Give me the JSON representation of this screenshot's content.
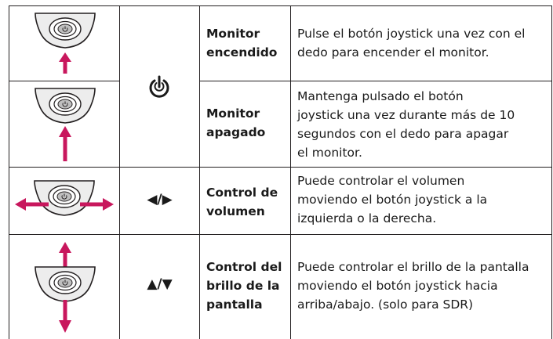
{
  "rows": [
    {
      "label": [
        "Monitor",
        "encendido"
      ],
      "description": [
        "Pulse el botón joystick una vez con el",
        "dedo para encender el monitor."
      ]
    },
    {
      "label": [
        "Monitor",
        "apagado"
      ],
      "description": [
        "Mantenga pulsado el botón",
        "joystick una vez durante más de 10",
        "segundos con el dedo para apagar",
        "el monitor."
      ]
    },
    {
      "symbol": "◀/▶",
      "label": [
        "Control de",
        "volumen"
      ],
      "description": [
        "Puede controlar el volumen",
        "moviendo el botón joystick a la",
        "izquierda o la derecha."
      ]
    },
    {
      "symbol": "▲/▼",
      "label": [
        "Control del",
        "brillo de la",
        "pantalla"
      ],
      "description": [
        "Puede controlar el brillo de la pantalla",
        "moviendo el botón joystick hacia",
        "arriba/abajo. (solo para SDR)"
      ]
    }
  ],
  "icons": {
    "power": "power-icon",
    "joystick": "joystick-icon"
  },
  "colors": {
    "arrow": "#c8175d",
    "line": "#231f20",
    "device_fill": "#ededed"
  }
}
